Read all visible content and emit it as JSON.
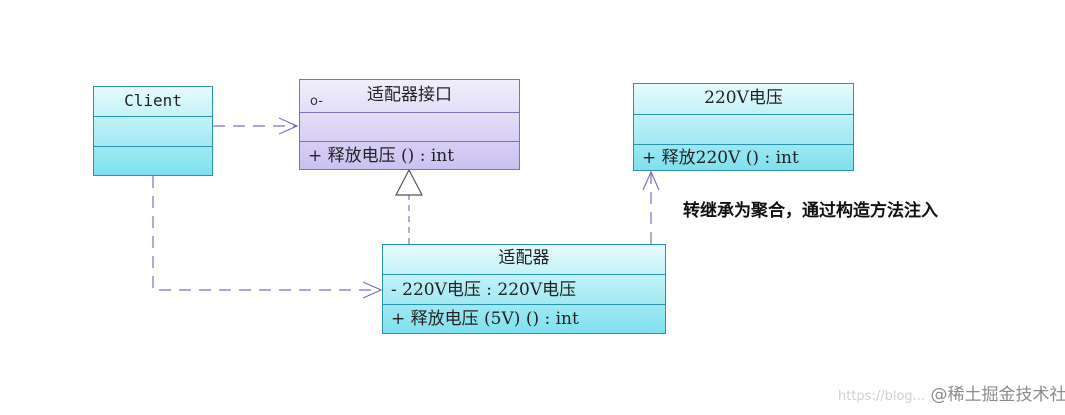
{
  "classes": {
    "client": {
      "name": "Client"
    },
    "adapter_interface": {
      "stereotype_icon": "o-",
      "name": "适配器接口",
      "operations": [
        "+  释放电压 () : int"
      ]
    },
    "voltage220": {
      "name": "220V电压",
      "operations": [
        "+  释放220V () : int"
      ]
    },
    "adapter": {
      "name": "适配器",
      "attributes": [
        "-  220V电压 : 220V电压"
      ],
      "operations": [
        "+  释放电压 (5V) () : int"
      ]
    }
  },
  "note": "转继承为聚合，通过构造方法注入",
  "watermark": {
    "url_fragment": "https://blog...",
    "brand": "@稀土掘金技术社区"
  },
  "colors": {
    "connector": "#7b72c6",
    "cyan_border": "#2a93ad",
    "purple_border": "#7d71b8"
  },
  "icons": {
    "interface_marker": "lollipop-icon",
    "generalization_arrow": "hollow-triangle-arrow",
    "dependency_arrow": "open-arrow"
  }
}
